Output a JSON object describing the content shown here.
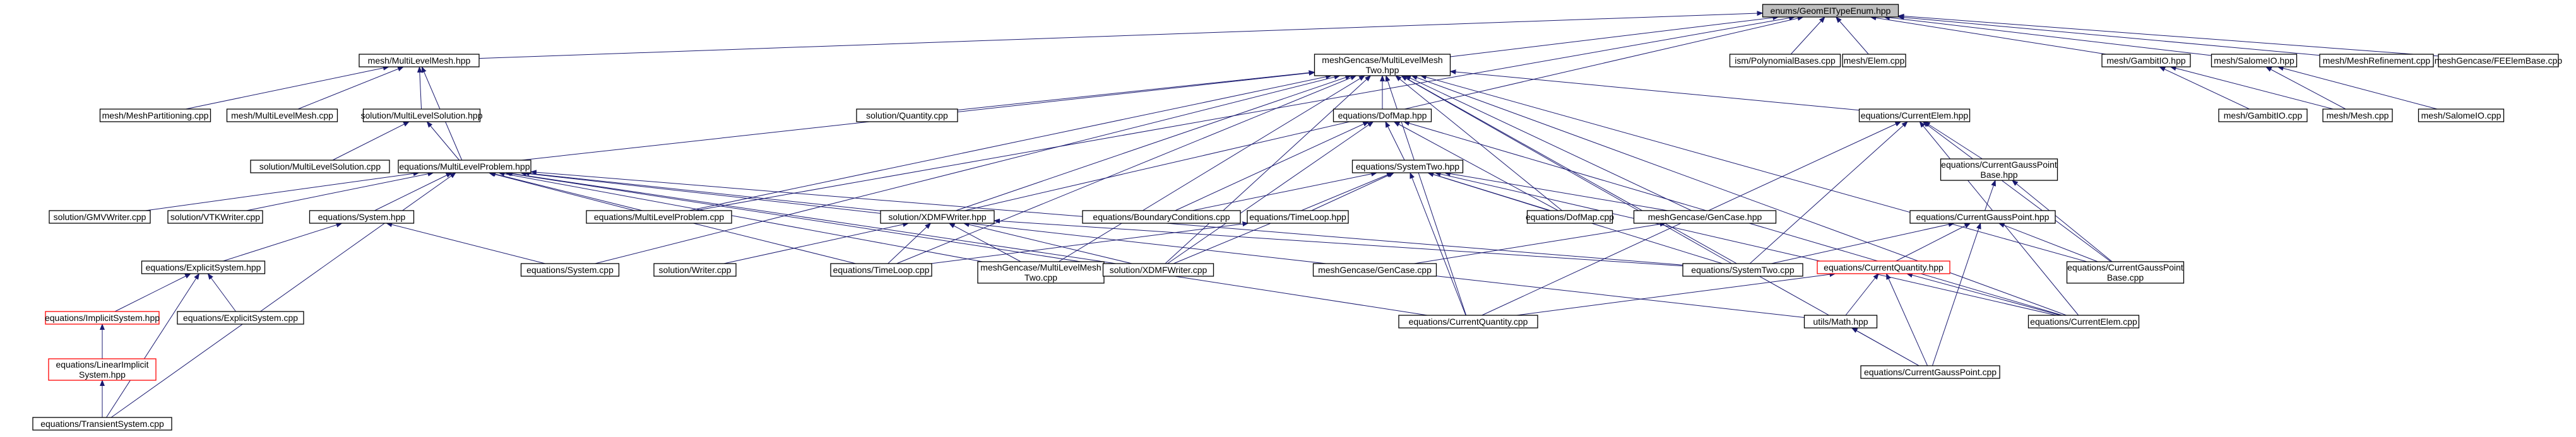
{
  "graph": {
    "colors": {
      "edge": "#191970",
      "node_border": "#000000",
      "node_fill": "#ffffff",
      "root_fill": "#bfbfbf",
      "red_border": "#ff0000"
    },
    "nodes": [
      {
        "id": "root",
        "lines": [
          "enums/GeomElTypeEnum.hpp"
        ],
        "style": "root"
      },
      {
        "id": "mlm",
        "lines": [
          "mesh/MultiLevelMesh.hpp"
        ]
      },
      {
        "id": "mgmt",
        "lines": [
          "meshGencase/MultiLevelMesh",
          "Two.hpp"
        ]
      },
      {
        "id": "ism",
        "lines": [
          "ism/PolynomialBases.cpp"
        ]
      },
      {
        "id": "elem",
        "lines": [
          "mesh/Elem.cpp"
        ]
      },
      {
        "id": "gbh",
        "lines": [
          "mesh/GambitIO.hpp"
        ]
      },
      {
        "id": "soh",
        "lines": [
          "mesh/SalomeIO.hpp"
        ]
      },
      {
        "id": "mref",
        "lines": [
          "mesh/MeshRefinement.cpp"
        ]
      },
      {
        "id": "feeb",
        "lines": [
          "meshGencase/FEElemBase.cpp"
        ]
      },
      {
        "id": "mpart",
        "lines": [
          "mesh/MeshPartitioning.cpp"
        ]
      },
      {
        "id": "mlmc",
        "lines": [
          "mesh/MultiLevelMesh.cpp"
        ]
      },
      {
        "id": "mlsh",
        "lines": [
          "solution/MultiLevelSolution.hpp"
        ]
      },
      {
        "id": "qc",
        "lines": [
          "solution/Quantity.cpp"
        ]
      },
      {
        "id": "dmh",
        "lines": [
          "equations/DofMap.hpp"
        ]
      },
      {
        "id": "ceh",
        "lines": [
          "equations/CurrentElem.hpp"
        ]
      },
      {
        "id": "gbc",
        "lines": [
          "mesh/GambitIO.cpp"
        ]
      },
      {
        "id": "meshc",
        "lines": [
          "mesh/Mesh.cpp"
        ]
      },
      {
        "id": "soc",
        "lines": [
          "mesh/SalomeIO.cpp"
        ]
      },
      {
        "id": "mlsc",
        "lines": [
          "solution/MultiLevelSolution.cpp"
        ]
      },
      {
        "id": "mlph",
        "lines": [
          "equations/MultiLevelProblem.hpp"
        ]
      },
      {
        "id": "sth",
        "lines": [
          "equations/SystemTwo.hpp"
        ]
      },
      {
        "id": "cgpbh",
        "lines": [
          "equations/CurrentGaussPoint",
          "Base.hpp"
        ]
      },
      {
        "id": "gmvc",
        "lines": [
          "solution/GMVWriter.cpp"
        ]
      },
      {
        "id": "vtkc",
        "lines": [
          "solution/VTKWriter.cpp"
        ]
      },
      {
        "id": "sysh",
        "lines": [
          "equations/System.hpp"
        ]
      },
      {
        "id": "mlpc",
        "lines": [
          "equations/MultiLevelProblem.cpp"
        ]
      },
      {
        "id": "xdmfh",
        "lines": [
          "solution/XDMFWriter.hpp"
        ]
      },
      {
        "id": "bcc",
        "lines": [
          "equations/BoundaryConditions.cpp"
        ]
      },
      {
        "id": "tlh",
        "lines": [
          "equations/TimeLoop.hpp"
        ]
      },
      {
        "id": "dmc",
        "lines": [
          "equations/DofMap.cpp"
        ]
      },
      {
        "id": "gch",
        "lines": [
          "meshGencase/GenCase.hpp"
        ]
      },
      {
        "id": "cgph",
        "lines": [
          "equations/CurrentGaussPoint.hpp"
        ]
      },
      {
        "id": "esh",
        "lines": [
          "equations/ExplicitSystem.hpp"
        ]
      },
      {
        "id": "sysc",
        "lines": [
          "equations/System.cpp"
        ]
      },
      {
        "id": "wc",
        "lines": [
          "solution/Writer.cpp"
        ]
      },
      {
        "id": "tlc",
        "lines": [
          "equations/TimeLoop.cpp"
        ]
      },
      {
        "id": "mgmtc",
        "lines": [
          "meshGencase/MultiLevelMesh",
          "Two.cpp"
        ]
      },
      {
        "id": "xdmfc",
        "lines": [
          "solution/XDMFWriter.cpp"
        ]
      },
      {
        "id": "gcc",
        "lines": [
          "meshGencase/GenCase.cpp"
        ]
      },
      {
        "id": "stc",
        "lines": [
          "equations/SystemTwo.cpp"
        ]
      },
      {
        "id": "cgpbc",
        "lines": [
          "equations/CurrentGaussPoint",
          "Base.cpp"
        ]
      },
      {
        "id": "cqh",
        "lines": [
          "equations/CurrentQuantity.hpp"
        ],
        "style": "red"
      },
      {
        "id": "imsh",
        "lines": [
          "equations/ImplicitSystem.hpp"
        ],
        "style": "red"
      },
      {
        "id": "esc",
        "lines": [
          "equations/ExplicitSystem.cpp"
        ]
      },
      {
        "id": "cqc",
        "lines": [
          "equations/CurrentQuantity.cpp"
        ]
      },
      {
        "id": "mathh",
        "lines": [
          "utils/Math.hpp"
        ]
      },
      {
        "id": "cec",
        "lines": [
          "equations/CurrentElem.cpp"
        ]
      },
      {
        "id": "lish",
        "lines": [
          "equations/LinearImplicit",
          "System.hpp"
        ],
        "style": "red"
      },
      {
        "id": "cgpc",
        "lines": [
          "equations/CurrentGaussPoint.cpp"
        ]
      },
      {
        "id": "tsc",
        "lines": [
          "equations/TransientSystem.cpp"
        ]
      }
    ],
    "edges": [
      [
        "mlm",
        "root"
      ],
      [
        "mgmt",
        "root"
      ],
      [
        "ism",
        "root"
      ],
      [
        "elem",
        "root"
      ],
      [
        "gbh",
        "root"
      ],
      [
        "soh",
        "root"
      ],
      [
        "mref",
        "root"
      ],
      [
        "feeb",
        "root"
      ],
      [
        "mlpc",
        "root"
      ],
      [
        "xdmfh",
        "root"
      ],
      [
        "mpart",
        "mlm"
      ],
      [
        "mlmc",
        "mlm"
      ],
      [
        "mlsh",
        "mlm"
      ],
      [
        "mlph",
        "mlm"
      ],
      [
        "mlsc",
        "mlsh"
      ],
      [
        "mlph",
        "mlsh"
      ],
      [
        "qc",
        "mgmt"
      ],
      [
        "dmh",
        "mgmt"
      ],
      [
        "ceh",
        "mgmt"
      ],
      [
        "mlph",
        "mgmt"
      ],
      [
        "xdmfh",
        "mgmt"
      ],
      [
        "mlpc",
        "mgmt"
      ],
      [
        "sysc",
        "mgmt"
      ],
      [
        "tlc",
        "mgmt"
      ],
      [
        "mgmtc",
        "mgmt"
      ],
      [
        "xdmfc",
        "mgmt"
      ],
      [
        "gch",
        "mgmt"
      ],
      [
        "stc",
        "mgmt"
      ],
      [
        "cgpbc",
        "mgmt"
      ],
      [
        "cec",
        "mgmt"
      ],
      [
        "cgpc",
        "mgmt"
      ],
      [
        "cqc",
        "mgmt"
      ],
      [
        "dmc",
        "mgmt"
      ],
      [
        "gbc",
        "gbh"
      ],
      [
        "meshc",
        "gbh"
      ],
      [
        "meshc",
        "soh"
      ],
      [
        "soc",
        "soh"
      ],
      [
        "sth",
        "dmh"
      ],
      [
        "dmc",
        "dmh"
      ],
      [
        "bcc",
        "dmh"
      ],
      [
        "xdmfc",
        "dmh"
      ],
      [
        "cec",
        "dmh"
      ],
      [
        "cgpbh",
        "ceh"
      ],
      [
        "cgpbc",
        "ceh"
      ],
      [
        "cec",
        "ceh"
      ],
      [
        "stc",
        "ceh"
      ],
      [
        "cqc",
        "ceh"
      ],
      [
        "gmvc",
        "mlph"
      ],
      [
        "vtkc",
        "mlph"
      ],
      [
        "sysh",
        "mlph"
      ],
      [
        "mlpc",
        "mlph"
      ],
      [
        "xdmfh",
        "mlph"
      ],
      [
        "tlc",
        "mlph"
      ],
      [
        "mgmtc",
        "mlph"
      ],
      [
        "xdmfc",
        "mlph"
      ],
      [
        "stc",
        "mlph"
      ],
      [
        "cqc",
        "mlph"
      ],
      [
        "mathh",
        "mlph"
      ],
      [
        "tsc",
        "mlph"
      ],
      [
        "bcc",
        "sth"
      ],
      [
        "tlh",
        "sth"
      ],
      [
        "dmc",
        "sth"
      ],
      [
        "gch",
        "sth"
      ],
      [
        "stc",
        "sth"
      ],
      [
        "cqc",
        "sth"
      ],
      [
        "cec",
        "sth"
      ],
      [
        "xdmfc",
        "sth"
      ],
      [
        "cgph",
        "cgpbh"
      ],
      [
        "cgpbc",
        "cgpbh"
      ],
      [
        "esh",
        "sysh"
      ],
      [
        "sysc",
        "sysh"
      ],
      [
        "wc",
        "xdmfh"
      ],
      [
        "tlc",
        "xdmfh"
      ],
      [
        "mgmtc",
        "xdmfh"
      ],
      [
        "xdmfc",
        "xdmfh"
      ],
      [
        "stc",
        "xdmfh"
      ],
      [
        "tlc",
        "tlh"
      ],
      [
        "gcc",
        "gch"
      ],
      [
        "cqh",
        "cgph"
      ],
      [
        "cgpbc",
        "cgph"
      ],
      [
        "stc",
        "cgph"
      ],
      [
        "cgpc",
        "cgph"
      ],
      [
        "imsh",
        "esh"
      ],
      [
        "esc",
        "esh"
      ],
      [
        "tsc",
        "esh"
      ],
      [
        "cqc",
        "cqh"
      ],
      [
        "cec",
        "cqh"
      ],
      [
        "mathh",
        "cqh"
      ],
      [
        "cgpc",
        "cqh"
      ],
      [
        "cgpc",
        "mathh"
      ],
      [
        "lish",
        "imsh"
      ],
      [
        "tsc",
        "lish"
      ]
    ]
  }
}
